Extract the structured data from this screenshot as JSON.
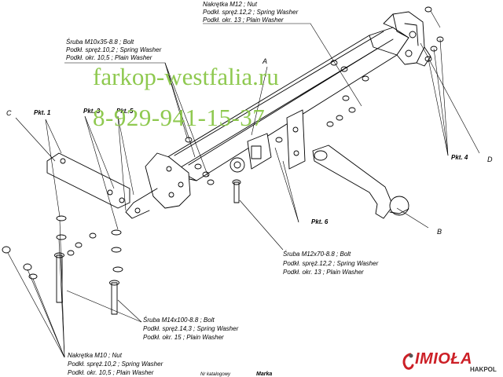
{
  "labels": {
    "nut_m12": {
      "line1": "Nakrętka  M12 ; Nut",
      "line2": "Podkł. spręż.12,2 ; Spring Washer",
      "line3": "Podkł. okr. 13 ; Plain Washer"
    },
    "bolt_m10": {
      "line1": "Śruba M10x35-8.8 ;  Bolt",
      "line2": "Podkł. spręż.10,2 ; Spring Washer",
      "line3": "Podkł. okr. 10,5 ; Plain Washer"
    },
    "bolt_m12": {
      "line1": "Śruba M12x70-8.8 ;  Bolt",
      "line2": "Podkł. spręż.12,2 ; Spring Washer",
      "line3": "Podkł. okr. 13 ; Plain Washer"
    },
    "bolt_m14": {
      "line1": "Śruba M14x100-8.8 ;  Bolt",
      "line2": "Podkł. spręż.14,3 ; Spring Washer",
      "line3": "Podkł. okr. 15 ; Plain Washer"
    },
    "nut_m10": {
      "line1": "Nakrętka  M10 ; Nut",
      "line2": "Podkł. spręż.10,2 ; Spring Washer",
      "line3": "Podkł. okr. 10,5 ; Plain Washer"
    }
  },
  "points": {
    "pkt1": "Pkt. 1",
    "pkt3": "Pkt. 3",
    "pkt5": "Pkt. 5",
    "pkt6": "Pkt. 6",
    "pkt4": "Pkt. 4"
  },
  "letters": {
    "a": "A",
    "b": "B",
    "c": "C",
    "d": "D"
  },
  "footer": {
    "catalog": "Nr katalogowy",
    "brand": "Marka"
  },
  "watermark": {
    "site": "farkop-westfalia.ru",
    "phone": "8-929-941-15-37"
  },
  "logo": {
    "name": "IMIOŁA",
    "sub": "HAKPOL"
  },
  "colors": {
    "watermark": "#86c542",
    "logo": "#cc1f26",
    "line": "#000000"
  }
}
